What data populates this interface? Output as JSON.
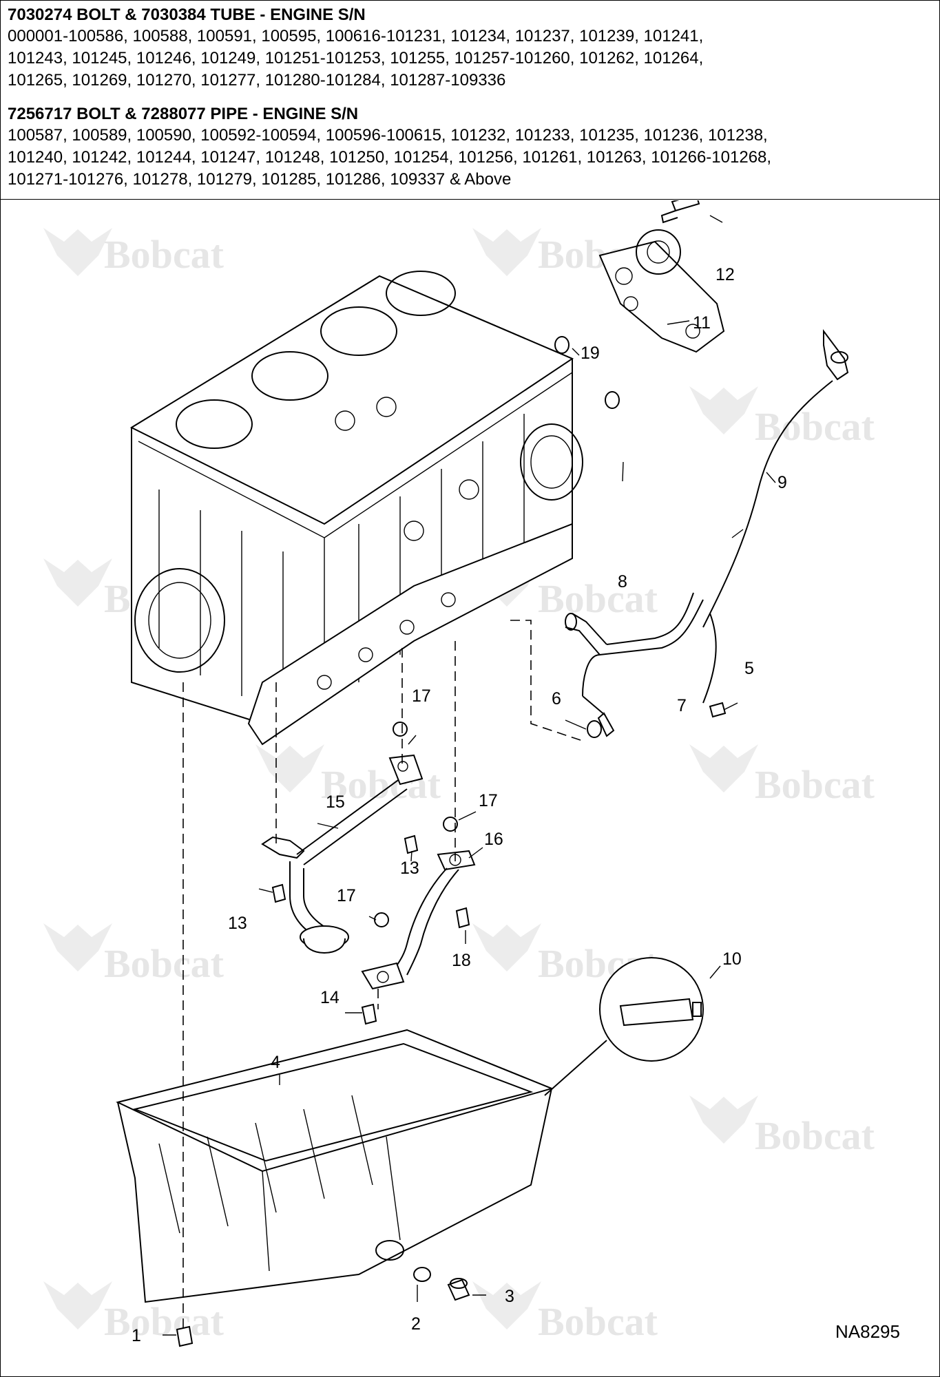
{
  "header": {
    "section1": {
      "title": "7030274 BOLT & 7030384 TUBE - ENGINE S/N",
      "lines": [
        "000001-100586, 100588, 100591, 100595, 100616-101231, 101234, 101237, 101239, 101241,",
        "101243, 101245, 101246, 101249, 101251-101253, 101255, 101257-101260, 101262, 101264,",
        "101265, 101269, 101270, 101277, 101280-101284, 101287-109336"
      ]
    },
    "section2": {
      "title": "7256717 BOLT & 7288077 PIPE - ENGINE S/N",
      "lines": [
        "100587, 100589, 100590, 100592-100594, 100596-100615, 101232, 101233, 101235, 101236, 101238,",
        "101240, 101242, 101244, 101247, 101248, 101250, 101254, 101256, 101261, 101263, 101266-101268,",
        "101271-101276, 101278, 101279, 101285, 101286, 109337 & Above"
      ]
    }
  },
  "watermark": {
    "text": "Bobcat"
  },
  "callouts": {
    "c1": "1",
    "c2": "2",
    "c3": "3",
    "c4": "4",
    "c5": "5",
    "c6": "6",
    "c7": "7",
    "c8": "8",
    "c9": "9",
    "c10": "10",
    "c11": "11",
    "c12": "12",
    "c13a": "13",
    "c13b": "13",
    "c14": "14",
    "c15": "15",
    "c16": "16",
    "c17a": "17",
    "c17b": "17",
    "c17c": "17",
    "c18": "18",
    "c19": "19"
  },
  "drawing_ref": "NA8295"
}
